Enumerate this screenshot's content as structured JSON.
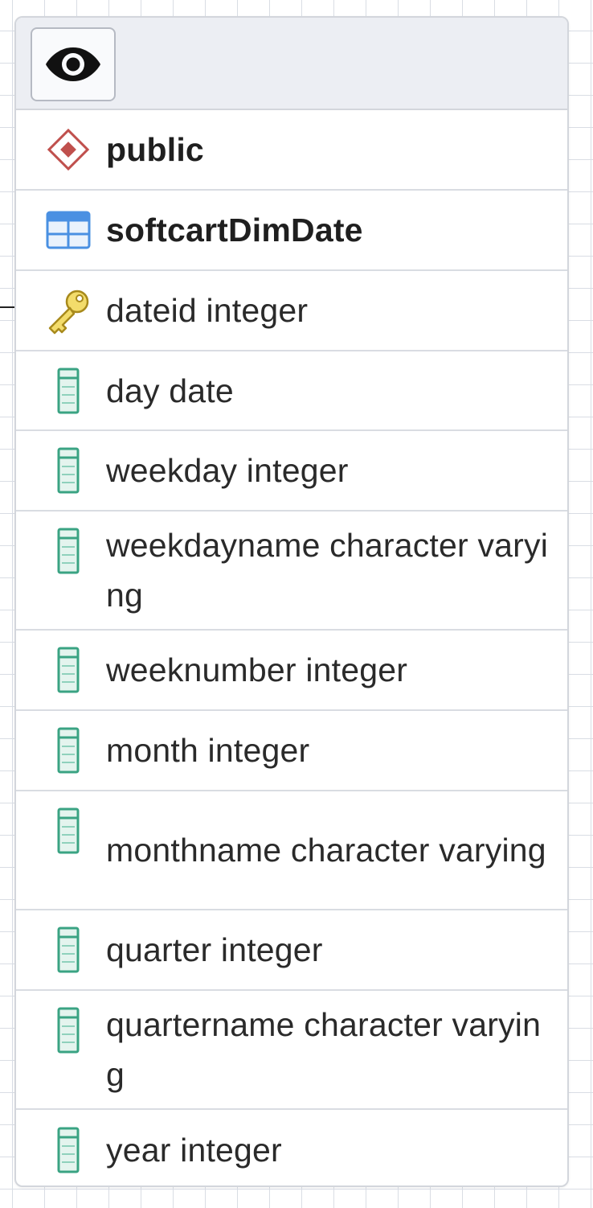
{
  "node": {
    "view_button_icon": "eye-icon",
    "schema": {
      "icon": "schema-diamond-icon",
      "label": "public"
    },
    "table": {
      "icon": "table-icon",
      "label": "softcartDimDate"
    },
    "columns": [
      {
        "icon": "primary-key-icon",
        "label": "dateid integer"
      },
      {
        "icon": "column-icon",
        "label": "day date"
      },
      {
        "icon": "column-icon",
        "label": "weekday integer"
      },
      {
        "icon": "column-icon",
        "label": "weekdayname character varying"
      },
      {
        "icon": "column-icon",
        "label": "weeknumber integer"
      },
      {
        "icon": "column-icon",
        "label": "month integer"
      },
      {
        "icon": "column-icon",
        "label": "monthname character varying"
      },
      {
        "icon": "column-icon",
        "label": "quarter integer"
      },
      {
        "icon": "column-icon",
        "label": "quartername character varying"
      },
      {
        "icon": "column-icon",
        "label": "year integer"
      }
    ],
    "colors": {
      "schema_icon": "#c0504d",
      "table_icon": "#4a90e2",
      "key_icon": "#e6c84a",
      "column_icon": "#3aa383"
    }
  }
}
